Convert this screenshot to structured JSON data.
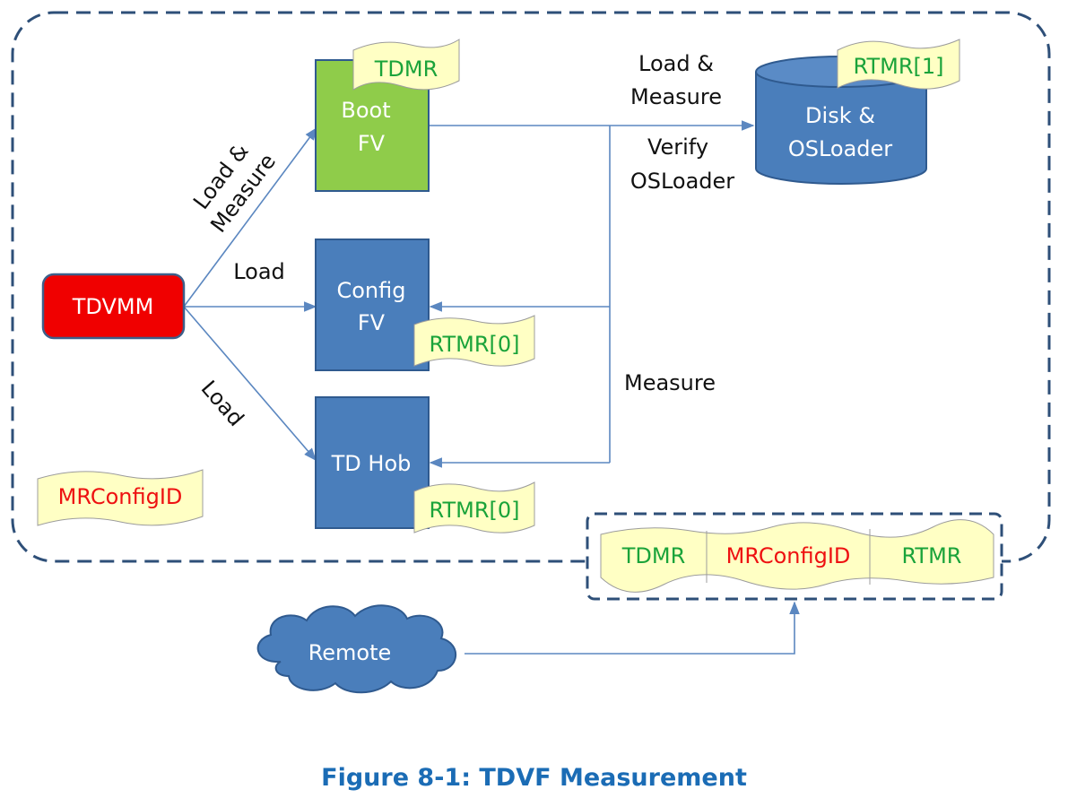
{
  "colors": {
    "blue_box": "#4a7ebb",
    "blue_box_stroke": "#2f5a8f",
    "green_box": "#8fcc4a",
    "red_box": "#f00000",
    "tag_fill": "#ffffc4",
    "tag_green": "#1aa33a",
    "tag_red": "#ee1111",
    "line": "#5b87c0",
    "dash": "#2e4f78",
    "caption": "#1b6cb5"
  },
  "nodes": {
    "tdvmm": "TDVMM",
    "boot_fv": [
      "Boot",
      "FV"
    ],
    "config_fv": [
      "Config",
      "FV"
    ],
    "td_hob": "TD Hob",
    "disk": [
      "Disk &",
      "OSLoader"
    ],
    "remote": "Remote"
  },
  "tags": {
    "boot_tdmr": "TDMR",
    "disk_rtmr1": "RTMR[1]",
    "config_rtmr0": "RTMR[0]",
    "hob_rtmr0": "RTMR[0]",
    "mrconfigid": "MRConfigID",
    "report": [
      "TDMR",
      "MRConfigID",
      "RTMR"
    ]
  },
  "edges": {
    "load_measure_diag": [
      "Load &",
      "Measure"
    ],
    "load_mid": "Load",
    "load_diag": "Load",
    "load_measure_top": [
      "Load &",
      "Measure"
    ],
    "verify": [
      "Verify",
      "OSLoader"
    ],
    "measure": "Measure"
  },
  "caption": "Figure 8-1:  TDVF Measurement"
}
